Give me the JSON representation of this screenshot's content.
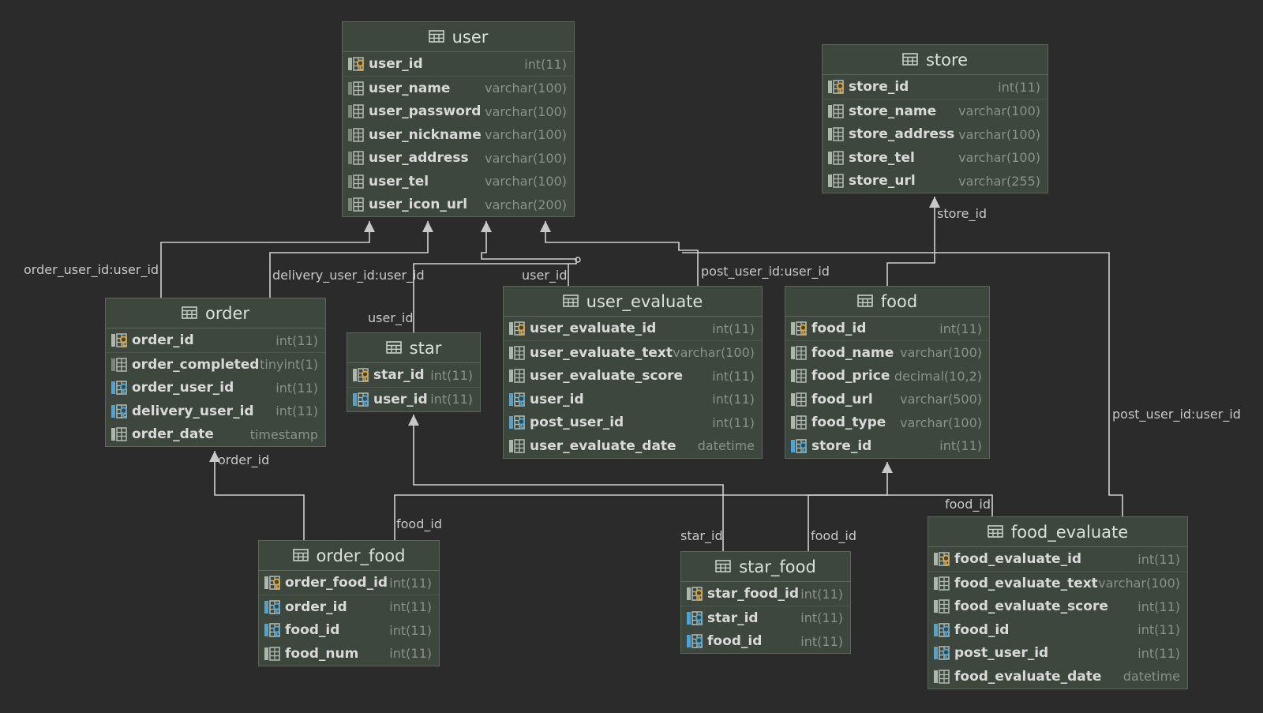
{
  "colors": {
    "background": "#2b2b2b",
    "table_fill": "#3d473d",
    "table_border": "#5c665c",
    "edge": "#d0d0d0",
    "key_gold": "#e0a33a",
    "key_blue": "#4aa6d8"
  },
  "tables": [
    {
      "id": "user",
      "name": "user",
      "columns": [
        {
          "name": "user_id",
          "type": "int(11)",
          "key": "pk"
        },
        {
          "name": "user_name",
          "type": "varchar(100)",
          "key": "idx"
        },
        {
          "name": "user_password",
          "type": "varchar(100)",
          "key": "idx"
        },
        {
          "name": "user_nickname",
          "type": "varchar(100)",
          "key": "idx"
        },
        {
          "name": "user_address",
          "type": "varchar(100)",
          "key": "idx"
        },
        {
          "name": "user_tel",
          "type": "varchar(100)",
          "key": "idx"
        },
        {
          "name": "user_icon_url",
          "type": "varchar(200)",
          "key": "idx"
        }
      ]
    },
    {
      "id": "store",
      "name": "store",
      "columns": [
        {
          "name": "store_id",
          "type": "int(11)",
          "key": "pk"
        },
        {
          "name": "store_name",
          "type": "varchar(100)",
          "key": "col"
        },
        {
          "name": "store_address",
          "type": "varchar(100)",
          "key": "col"
        },
        {
          "name": "store_tel",
          "type": "varchar(100)",
          "key": "col"
        },
        {
          "name": "store_url",
          "type": "varchar(255)",
          "key": "col"
        }
      ]
    },
    {
      "id": "order",
      "name": "order",
      "columns": [
        {
          "name": "order_id",
          "type": "int(11)",
          "key": "pk"
        },
        {
          "name": "order_completed",
          "type": "tinyint(1)",
          "key": "idx"
        },
        {
          "name": "order_user_id",
          "type": "int(11)",
          "key": "fk"
        },
        {
          "name": "delivery_user_id",
          "type": "int(11)",
          "key": "fk"
        },
        {
          "name": "order_date",
          "type": "timestamp",
          "key": "col"
        }
      ]
    },
    {
      "id": "star",
      "name": "star",
      "columns": [
        {
          "name": "star_id",
          "type": "int(11)",
          "key": "pk"
        },
        {
          "name": "user_id",
          "type": "int(11)",
          "key": "fk"
        }
      ]
    },
    {
      "id": "user_evaluate",
      "name": "user_evaluate",
      "columns": [
        {
          "name": "user_evaluate_id",
          "type": "int(11)",
          "key": "pk"
        },
        {
          "name": "user_evaluate_text",
          "type": "varchar(100)",
          "key": "col"
        },
        {
          "name": "user_evaluate_score",
          "type": "int(11)",
          "key": "col"
        },
        {
          "name": "user_id",
          "type": "int(11)",
          "key": "fk"
        },
        {
          "name": "post_user_id",
          "type": "int(11)",
          "key": "fk"
        },
        {
          "name": "user_evaluate_date",
          "type": "datetime",
          "key": "col"
        }
      ]
    },
    {
      "id": "food",
      "name": "food",
      "columns": [
        {
          "name": "food_id",
          "type": "int(11)",
          "key": "pk"
        },
        {
          "name": "food_name",
          "type": "varchar(100)",
          "key": "col"
        },
        {
          "name": "food_price",
          "type": "decimal(10,2)",
          "key": "col"
        },
        {
          "name": "food_url",
          "type": "varchar(500)",
          "key": "col"
        },
        {
          "name": "food_type",
          "type": "varchar(100)",
          "key": "col"
        },
        {
          "name": "store_id",
          "type": "int(11)",
          "key": "fk"
        }
      ]
    },
    {
      "id": "order_food",
      "name": "order_food",
      "columns": [
        {
          "name": "order_food_id",
          "type": "int(11)",
          "key": "pk"
        },
        {
          "name": "order_id",
          "type": "int(11)",
          "key": "fk"
        },
        {
          "name": "food_id",
          "type": "int(11)",
          "key": "fk"
        },
        {
          "name": "food_num",
          "type": "int(11)",
          "key": "col"
        }
      ]
    },
    {
      "id": "star_food",
      "name": "star_food",
      "columns": [
        {
          "name": "star_food_id",
          "type": "int(11)",
          "key": "pk"
        },
        {
          "name": "star_id",
          "type": "int(11)",
          "key": "fk"
        },
        {
          "name": "food_id",
          "type": "int(11)",
          "key": "fk"
        }
      ]
    },
    {
      "id": "food_evaluate",
      "name": "food_evaluate",
      "columns": [
        {
          "name": "food_evaluate_id",
          "type": "int(11)",
          "key": "pk"
        },
        {
          "name": "food_evaluate_text",
          "type": "varchar(100)",
          "key": "col"
        },
        {
          "name": "food_evaluate_score",
          "type": "int(11)",
          "key": "col"
        },
        {
          "name": "food_id",
          "type": "int(11)",
          "key": "fk"
        },
        {
          "name": "post_user_id",
          "type": "int(11)",
          "key": "fk"
        },
        {
          "name": "food_evaluate_date",
          "type": "datetime",
          "key": "col"
        }
      ]
    }
  ],
  "relations": [
    {
      "id": "order-user",
      "label": "order_user_id:user_id"
    },
    {
      "id": "order-delivery",
      "label": "delivery_user_id:user_id"
    },
    {
      "id": "star-user",
      "label": "user_id"
    },
    {
      "id": "ue-user",
      "label": "user_id"
    },
    {
      "id": "ue-post",
      "label": "post_user_id:user_id"
    },
    {
      "id": "fe-post",
      "label": "post_user_id:user_id"
    },
    {
      "id": "food-store",
      "label": "store_id"
    },
    {
      "id": "of-order",
      "label": "order_id"
    },
    {
      "id": "of-food",
      "label": "food_id"
    },
    {
      "id": "sf-star",
      "label": "star_id"
    },
    {
      "id": "sf-food",
      "label": "food_id"
    },
    {
      "id": "fe-food",
      "label": "food_id"
    }
  ]
}
